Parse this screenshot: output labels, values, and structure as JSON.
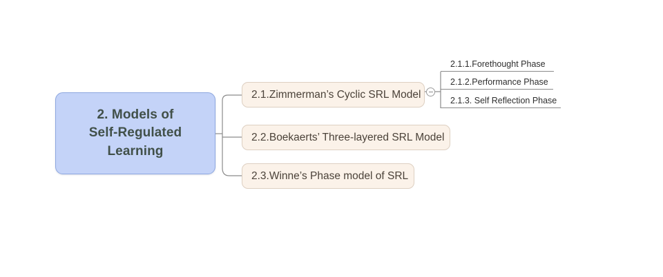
{
  "diagram": {
    "type": "mind-map",
    "title": "2. Models of Self-Regulated Learning",
    "background_color": "#ffffff",
    "root": {
      "label": "2. Models of\nSelf-Regulated\nLearning",
      "fill_color": "#c4d3f8",
      "border_color": "#8da7e0",
      "text_color": "#415049"
    },
    "branch_style": {
      "fill_color": "#fbf2e9",
      "border_color": "#ddcfc1",
      "text_color": "#4b4239"
    },
    "leaf_style": {
      "underline_color": "#8a8a8a",
      "text_color": "#2e2e2e"
    },
    "connector_color": "#8a8a8a",
    "branches": [
      {
        "id": "2.1",
        "label": "2.1.Zimmerman’s Cyclic SRL Model",
        "toggle": {
          "name": "collapse-toggle",
          "state": "expanded",
          "glyph": "minus"
        },
        "children": [
          {
            "id": "2.1.1",
            "label": "2.1.1.Forethought Phase"
          },
          {
            "id": "2.1.2",
            "label": "2.1.2.Performance Phase"
          },
          {
            "id": "2.1.3",
            "label": "2.1.3. Self Reflection Phase"
          }
        ]
      },
      {
        "id": "2.2",
        "label": "2.2.Boekaerts’ Three-layered SRL Model",
        "children": []
      },
      {
        "id": "2.3",
        "label": "2.3.Winne’s Phase model of SRL",
        "children": []
      }
    ]
  }
}
